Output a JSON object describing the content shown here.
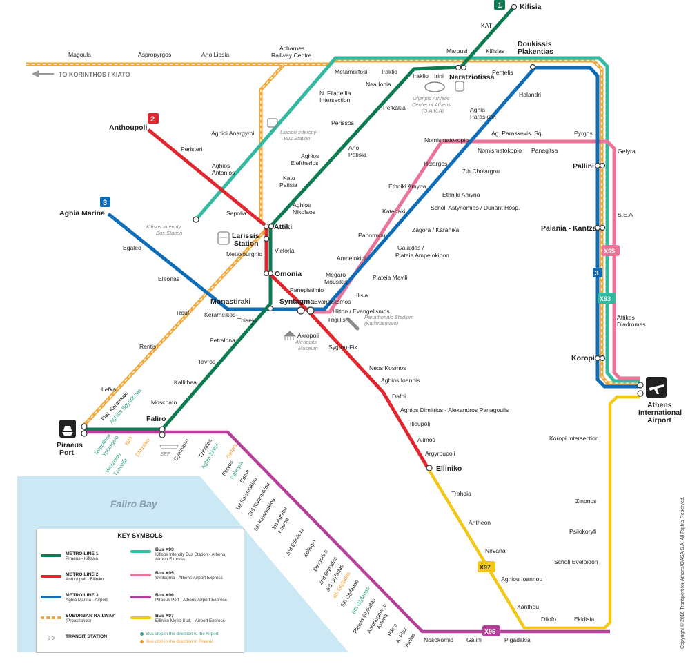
{
  "colors": {
    "line1": "#0d7a4f",
    "line2": "#e0262e",
    "line3": "#0f6db8",
    "suburban": "#f2a93b",
    "x93": "#32b9a0",
    "x95": "#ea7598",
    "x96": "#b43e98",
    "x97": "#f2c718",
    "sea": "#cde8f5"
  },
  "line_badges": {
    "l1": "1",
    "l2": "2",
    "l3": "3",
    "l3b": "3"
  },
  "bus_badges": {
    "x95": "X95",
    "x93": "X93",
    "x97": "X97",
    "x96": "X96"
  },
  "direction": "TO KORINTHOS / KIATO",
  "sea_label": "Faliro Bay",
  "hubs": {
    "kifisia": "Kifisia",
    "anthoupoli": "Anthoupoli",
    "aghia_marina": "Aghia Marina",
    "piraeus": [
      "Piraeus",
      "Port"
    ],
    "airport": [
      "Athens",
      "International",
      "Airport"
    ],
    "doukissis": [
      "Doukissis",
      "Plakentias"
    ],
    "neratziotissa": "Neratziotissa",
    "attiki": "Attiki",
    "larissis": [
      "Larissis",
      "Station"
    ],
    "omonia": "Omonia",
    "monastiraki": "Monastiraki",
    "syntagma": "Syntagma",
    "faliro": "Faliro",
    "elliniko": "Elliniko",
    "pallini": "Pallini",
    "paiania": "Paiania - Kantza",
    "koropi": "Koropi"
  },
  "stations": {
    "kat": "KAT",
    "marousi": "Marousi",
    "kifisias": "Kifisias",
    "pentelis": "Pentelis",
    "magoula": "Magoula",
    "aspropyrgos": "Aspropyrgos",
    "ano_liosia": "Ano Liosia",
    "acharnes": [
      "Acharnes",
      "Railway Centre"
    ],
    "metamorfosi": "Metamorfosi",
    "iraklio": "Iraklio",
    "iraklio2": "Iraklio",
    "irini": "Irini",
    "nea_ionia": "Nea Ionia",
    "n_filadelfia": [
      "N. Filadelfia",
      "Intersection"
    ],
    "pefkakia": "Pefkakia",
    "halandri": "Halandri",
    "aghia_paraskevi": [
      "Aghia",
      "Paraskevi"
    ],
    "perissos": "Perissos",
    "ano_patisia": [
      "Ano",
      "Patisia"
    ],
    "aghios_eleftherios": [
      "Aghios",
      "Eleftherios"
    ],
    "kato_patisia": [
      "Kato",
      "Patisia"
    ],
    "aghios_nikolaos": [
      "Aghios",
      "Nikolaos"
    ],
    "aghioi_anargyroi": "Aghioi Anargyroi",
    "peristeri": "Peristeri",
    "aghios_antonios": [
      "Aghios",
      "Antonios"
    ],
    "sepolia": "Sepolia",
    "victoria": "Victoria",
    "metaxourghio": "Metaxourghio",
    "nomismatokopio": "Nomismatokopio",
    "nomismatokopio_b": "Nomismatokopio",
    "ag_paraskevis_sq": "Ag. Paraskevis. Sq.",
    "panagitsa": "Panagitsa",
    "pyrgos": "Pyrgos",
    "holargos": "Holargos",
    "cholargou": "7th Cholargou",
    "ethniki_amyna": "Ethniki Amyna",
    "ethniki_amyna_b": "Ethniki Amyna",
    "scholi_astynomias": "Scholi Astynomias / Dunant Hosp.",
    "katehaki": "Katehaki",
    "zagora": "Zagora / Karanika",
    "panormou": "Panormou",
    "galaxias": [
      "Galaxias /",
      "Plateia Ampelokipon"
    ],
    "ambelokipi": "Ambelokipi",
    "megaro": [
      "Megaro",
      "Mousikis"
    ],
    "plateia_mavili": "Plateia Mavili",
    "ilisia": "Ilisia",
    "egaleo": "Egaleo",
    "eleonas": "Eleonas",
    "kerameikos": "Kerameikos",
    "rouf": "Rouf",
    "panepistimio": "Panepistimio",
    "evangelismos": "Evangelismos",
    "hilton": "Hilton / Evangelismos",
    "rigillis": "Rigillis",
    "thiseio": "Thiseio",
    "petralona": "Petralona",
    "tavros": "Tavros",
    "kallithea": "Kallithea",
    "moschato": "Moschato",
    "rentis": "Rentis",
    "lefka": "Lefka",
    "akropoli": "Akropoli",
    "sygrou_fix": "Sygrou-Fix",
    "neos_kosmos": "Neos Kosmos",
    "aghios_ioannis": "Aghios Ioannis",
    "dafni": "Dafni",
    "aghios_dimitrios": "Aghios Dimitrios - Alexandros Panagoulis",
    "ilioupoli": "Ilioupoli",
    "alimos": "Alimos",
    "argyroupoli": "Argyroupoli",
    "gefyra": "Gefyra",
    "sea_stop": "S.E.A",
    "attikes": [
      "Attikes",
      "Diadromes"
    ],
    "koropi_intersection": "Koropi Intersection",
    "zinonos": "Zinonos",
    "psilokoryfi": "Psilokoryfi",
    "scholi_evelpidon": "Scholi Evelpidon",
    "dilofo": "Dilofo",
    "ekklisia": "Ekklisia",
    "trohaia": "Trohaia",
    "antheon": "Antheon",
    "nirvana": "Nirvana",
    "aghiou_ioannou": "Aghiou Ioannou",
    "xanthou": "Xanthou",
    "pigadakia": "Pigadakia",
    "galini": "Galini",
    "nosokomio": "Nosokomio",
    "plat_karaiskaki": "Plat. Karaiskaki",
    "aghios_spyridonas": "Aghios Spyridonas",
    "terpsithea": "Terpsithea",
    "ypourgeio": "Ypourgeio",
    "venizelou": "Venizelou",
    "nat": "NAT",
    "tzavella": "Tzavella",
    "dimotiko": "Dimotiko",
    "gymnasio": "Gymnasio",
    "tzitzifies": "Tzitzifies",
    "aghia_skepi": "Aghia Skepi",
    "gefyra_x96": "Gefyra",
    "flisvos": "Flisvos",
    "palmyra": "Palmyra",
    "edem": "Edem",
    "kalamakiou1": "1st Kalamakiou",
    "kalamakiou3": "3rd Kalamakiou",
    "kalamakiou5": "5th Kalamakiou",
    "aghiou_kosma": [
      "1st Aghiou",
      "Kosma"
    ],
    "ellinikou2": "2nd Ellinikou",
    "kollegio": "Kollegio",
    "dikigorika": "Dikigorika",
    "glyfadas2": "2nd Glyfadas",
    "glyfadas3": "3rd Glyfadas",
    "glyfadas4": "4th Glyfadas",
    "glyfadas5": "5th Glyfadas",
    "glyfadas6": "6th Glyfadas",
    "plateia_glyfadas": "Plateia Glyfadas",
    "antonopoulou": "Antonopoulou",
    "asteria": "Asteria",
    "pikpa": "Pikpa",
    "a_plaz": "A' Plaz",
    "voulas": "Voulas"
  },
  "landmarks": {
    "oaka": [
      "Olympic Athletic",
      "Center of Athens",
      "(O.A.K.A)"
    ],
    "liosion": [
      "Liosion Intercity",
      "Bus Station"
    ],
    "kifisos": [
      "Kifisos Intercity",
      "Bus Station"
    ],
    "panathenaic": [
      "Panathenaic Stadium",
      "(Kallimarmaro)"
    ],
    "akropolis_museum": [
      "Akropolis",
      "Museum"
    ],
    "sef": "SEF"
  },
  "legend": {
    "title": "KEY SYMBOLS",
    "metro1": {
      "title": "METRO LINE 1",
      "sub": "Piraeus - Kifissia"
    },
    "metro2": {
      "title": "METRO LINE 2",
      "sub": "Anthoupoli - Elliniko"
    },
    "metro3": {
      "title": "METRO LINE 3",
      "sub": "Aghia Marina - Airport"
    },
    "suburban": {
      "title": "SUBURBAN RAILWAY",
      "sub": "(Proastiakos)"
    },
    "transit": "TRANSIT STATION",
    "x93": {
      "title": "Bus X93",
      "sub": "Kifisos Intercity Bus Station - Athens Airport Express"
    },
    "x95": {
      "title": "Bus X95",
      "sub": "Syntagma - Athens Airport Express"
    },
    "x96": {
      "title": "Bus X96",
      "sub": "Piraeus Port - Athens Airport Express"
    },
    "x97": {
      "title": "Bus X97",
      "sub": "Elliniko Metro Stat. - Airport Express"
    },
    "stop_airport": "Bus stop in the direction to the Airport",
    "stop_piraeus": "Bus stop in the direction to Piraeus"
  },
  "copyright": "Copyright © 2016  Transport for Athens/OASA S.A.  All Rights Reserved."
}
